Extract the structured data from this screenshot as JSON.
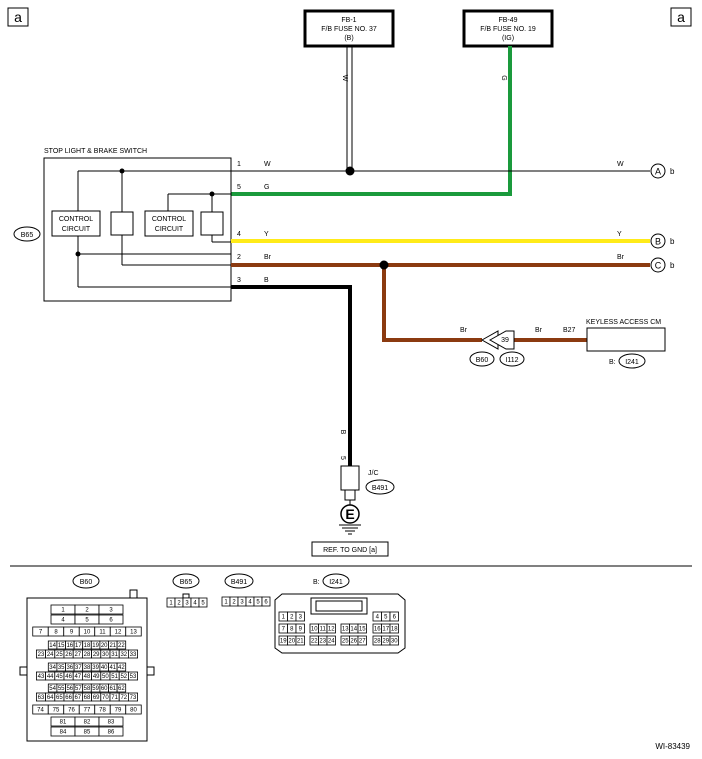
{
  "colors": {
    "green": "#1a9a3c",
    "yellow": "#ffeb19",
    "brown": "#8b3a10",
    "black": "#000000",
    "white_wire": "#000000"
  },
  "corner_tags": {
    "left": "a",
    "right": "a"
  },
  "fuses": [
    {
      "name": "FB-1",
      "desc": "F/B FUSE NO. 37",
      "power": "(B)",
      "wire_label": "W"
    },
    {
      "name": "FB-49",
      "desc": "F/B FUSE NO. 19",
      "power": "(IG)",
      "wire_label": "G"
    }
  ],
  "switch": {
    "title": "STOP LIGHT & BRAKE SWITCH",
    "connector": "B65",
    "circuit1": [
      "CONTROL",
      "CIRCUIT"
    ],
    "circuit2": [
      "CONTROL",
      "CIRCUIT"
    ]
  },
  "wires": [
    {
      "pin": "1",
      "color_label": "W",
      "end_label": "W",
      "end_node": "A",
      "suffix": "b"
    },
    {
      "pin": "5",
      "color_label": "G"
    },
    {
      "pin": "4",
      "color_label": "Y",
      "end_label": "Y",
      "end_node": "B",
      "suffix": "b"
    },
    {
      "pin": "2",
      "color_label": "Br",
      "end_label": "Br",
      "end_node": "C",
      "suffix": "b"
    },
    {
      "pin": "3",
      "color_label": "B"
    }
  ],
  "keyless": {
    "title": "KEYLESS ACCESS CM",
    "pin": "B27",
    "wire_left": "Br",
    "wire_right": "Br",
    "connector_pin": "39",
    "connector_a": "B60",
    "connector_b": "I112",
    "cm_prefix": "B:",
    "cm_connector": "I241"
  },
  "ground": {
    "wire_label": "B",
    "wire_num": "5",
    "jc_label": "J/C",
    "jc_connector": "B491",
    "ground_symbol": "E",
    "ref": "REF. TO GND [a]"
  },
  "connector_views": {
    "b60": {
      "label": "B60",
      "rows": [
        [
          "1",
          "2",
          "3"
        ],
        [
          "4",
          "5",
          "6"
        ],
        [
          "7",
          "8",
          "9",
          "10",
          "11",
          "12",
          "13"
        ],
        [
          "14",
          "15",
          "16",
          "17",
          "18",
          "19",
          "20",
          "21",
          "22"
        ],
        [
          "23",
          "24",
          "25",
          "26",
          "27",
          "28",
          "29",
          "30",
          "31",
          "32",
          "33"
        ],
        [
          "34",
          "35",
          "36",
          "37",
          "38",
          "39",
          "40",
          "41",
          "42"
        ],
        [
          "43",
          "44",
          "45",
          "46",
          "47",
          "48",
          "49",
          "50",
          "51",
          "52",
          "53"
        ],
        [
          "54",
          "55",
          "56",
          "57",
          "58",
          "59",
          "60",
          "61",
          "62"
        ],
        [
          "63",
          "64",
          "65",
          "66",
          "67",
          "68",
          "69",
          "70",
          "71",
          "72",
          "73"
        ],
        [
          "74",
          "75",
          "76",
          "77",
          "78",
          "79",
          "80"
        ],
        [
          "81",
          "82",
          "83"
        ],
        [
          "84",
          "85",
          "86"
        ]
      ]
    },
    "b65": {
      "label": "B65",
      "pins": [
        "1",
        "2",
        "3",
        "4",
        "5"
      ]
    },
    "b491": {
      "label": "B491",
      "pins": [
        "1",
        "2",
        "3",
        "4",
        "5",
        "6"
      ]
    },
    "i241": {
      "prefix": "B:",
      "label": "I241",
      "rows": [
        [
          [
            "1",
            "2",
            "3"
          ],
          [
            "4",
            "5",
            "6"
          ]
        ],
        [
          [
            "7",
            "8",
            "9"
          ],
          [
            "10",
            "11",
            "12"
          ],
          [
            "13",
            "14",
            "15"
          ],
          [
            "16",
            "17",
            "18"
          ]
        ],
        [
          [
            "19",
            "20",
            "21"
          ],
          [
            "22",
            "23",
            "24"
          ],
          [
            "25",
            "26",
            "27"
          ],
          [
            "28",
            "29",
            "30"
          ]
        ]
      ]
    }
  },
  "figure_id": "WI-83439"
}
